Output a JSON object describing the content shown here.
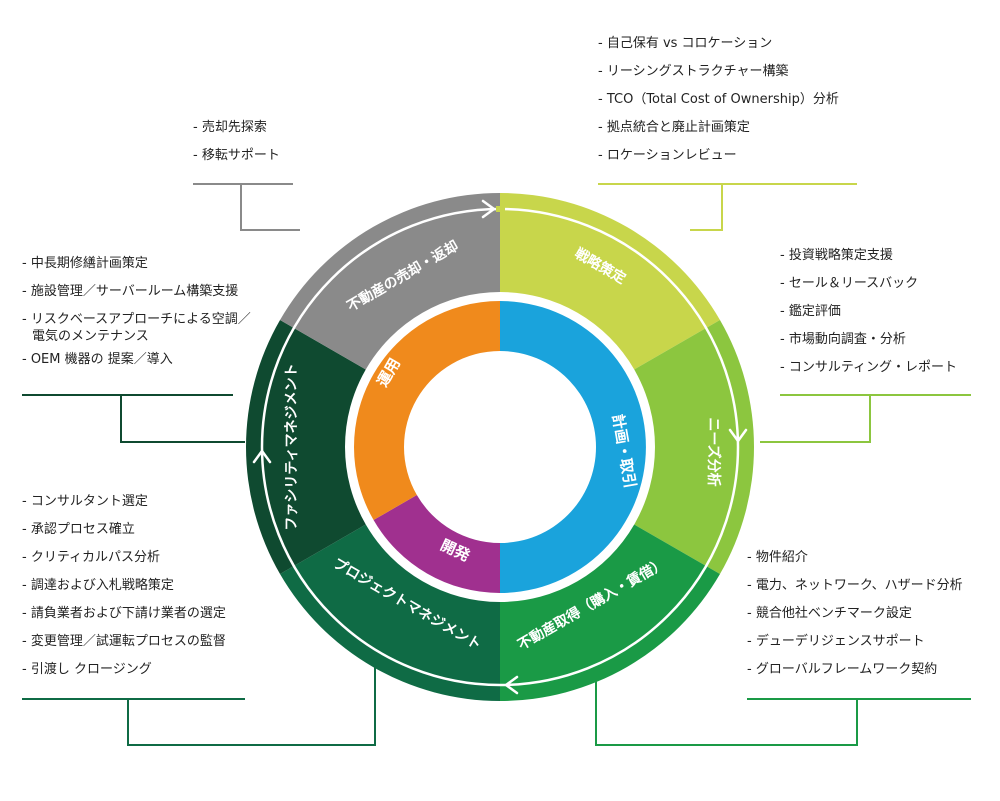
{
  "colors": {
    "strategy": "#c8d64b",
    "needs": "#8cc63f",
    "acquisition": "#1a9a46",
    "project": "#0f6b45",
    "facility": "#0f4a30",
    "disposal": "#8a8a8a",
    "plan": "#1aa3dc",
    "operate": "#f08a1c",
    "develop": "#a0308f"
  },
  "outer_segments": {
    "strategy": "戦略策定",
    "needs": "ニーズ分析",
    "acquisition": "不動産取得（購入・賃借）",
    "project": "プロジェクトマネジメント",
    "facility": "ファシリティマネジメント",
    "disposal": "不動産の売却・返却"
  },
  "inner_segments": {
    "plan": "計画・取引",
    "operate": "運用",
    "develop": "開発"
  },
  "lists": {
    "disposal": [
      "売却先探索",
      "移転サポート"
    ],
    "strategy": [
      "自己保有 vs コロケーション",
      "リーシングストラクチャー構築",
      "TCO（Total Cost of Ownership）分析",
      "拠点統合と廃止計画策定",
      "ロケーションレビュー"
    ],
    "needs": [
      "投資戦略策定支援",
      "セール＆リースバック",
      "鑑定評価",
      "市場動向調査・分析",
      "コンサルティング・レポート"
    ],
    "facility": [
      "中長期修繕計画策定",
      "施設管理／サーバールーム構築支援",
      "リスクベースアプローチによる空調／",
      "電気のメンテナンス",
      "OEM 機器の 提案／導入"
    ],
    "project": [
      "コンサルタント選定",
      "承認プロセス確立",
      "クリティカルパス分析",
      "調達および入札戦略策定",
      "請負業者および下請け業者の選定",
      "変更管理／試運転プロセスの監督",
      "引渡し クロージング"
    ],
    "acquisition": [
      "物件紹介",
      "電力、ネットワーク、ハザード分析",
      "競合他社ベンチマーク設定",
      "デューデリジェンスサポート",
      "グローバルフレームワーク契約"
    ]
  }
}
